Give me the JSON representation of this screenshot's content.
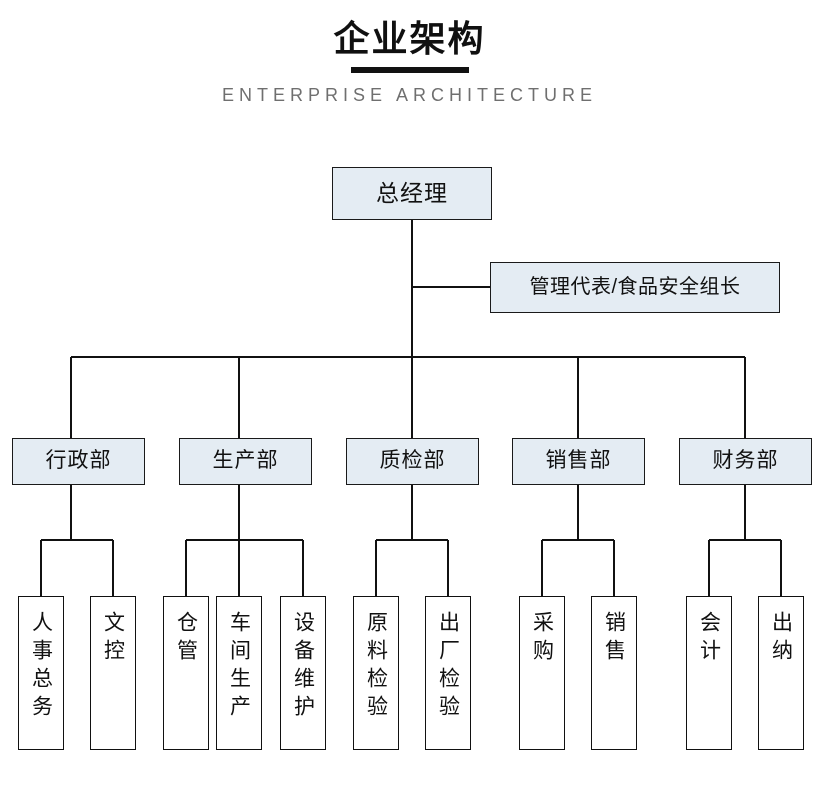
{
  "header": {
    "title": "企业架构",
    "subtitle": "ENTERPRISE ARCHITECTURE",
    "divider": "title-divider"
  },
  "colors": {
    "node_fill": "#e4ecf3",
    "leaf_fill": "#ffffff",
    "border": "#1a1a1a",
    "line": "#111111",
    "title": "#101010",
    "subtitle": "#6f6f6f"
  },
  "org_chart": {
    "type": "org-tree",
    "root": {
      "id": "gm",
      "label": "总经理"
    },
    "staff": {
      "id": "mgmt-rep",
      "label": "管理代表/食品安全组长"
    },
    "departments": [
      {
        "id": "admin",
        "label": "行政部",
        "children": [
          {
            "id": "hr-affairs",
            "label": "人事总务"
          },
          {
            "id": "doc-control",
            "label": "文控"
          }
        ]
      },
      {
        "id": "production",
        "label": "生产部",
        "children": [
          {
            "id": "warehouse",
            "label": "仓管"
          },
          {
            "id": "workshop",
            "label": "车间生产"
          },
          {
            "id": "equipment",
            "label": "设备维护"
          }
        ]
      },
      {
        "id": "quality",
        "label": "质检部",
        "children": [
          {
            "id": "raw-inspect",
            "label": "原料检验"
          },
          {
            "id": "final-inspect",
            "label": "出厂检验"
          }
        ]
      },
      {
        "id": "sales",
        "label": "销售部",
        "children": [
          {
            "id": "purchasing",
            "label": "采购"
          },
          {
            "id": "selling",
            "label": "销售"
          }
        ]
      },
      {
        "id": "finance",
        "label": "财务部",
        "children": [
          {
            "id": "accounting",
            "label": "会计"
          },
          {
            "id": "cashier",
            "label": "出纳"
          }
        ]
      }
    ]
  }
}
